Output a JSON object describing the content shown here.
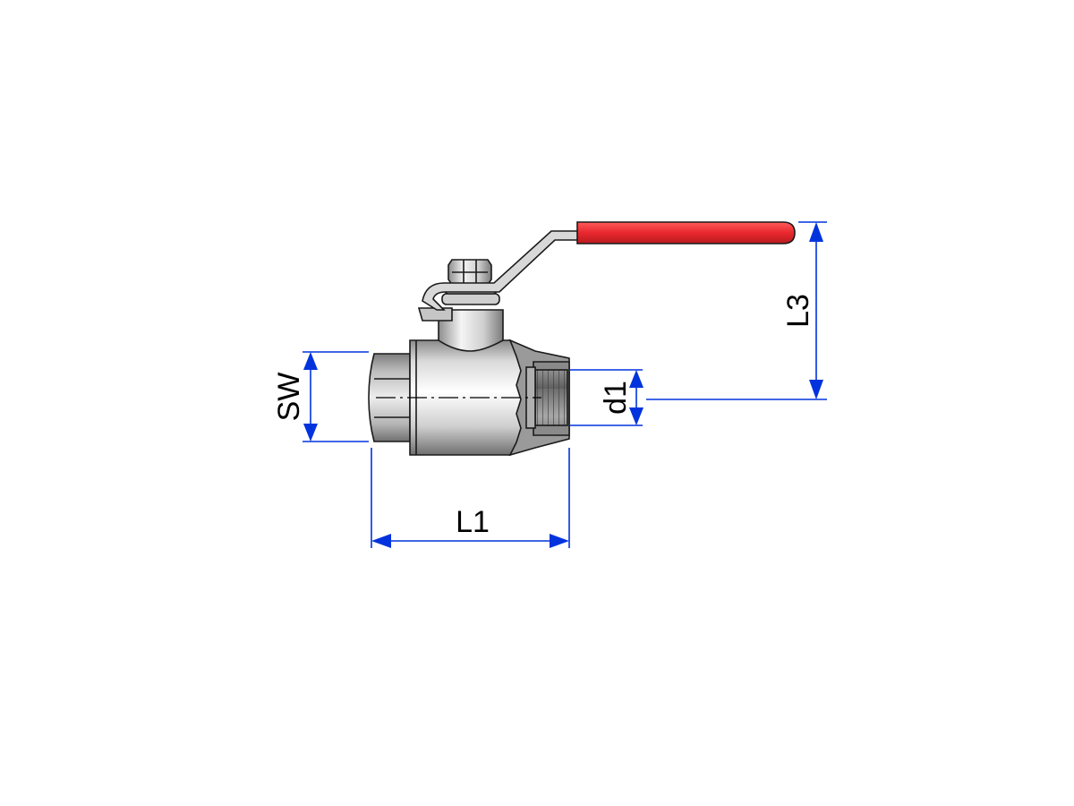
{
  "diagram": {
    "colors": {
      "dimension": "#0033dd",
      "handle": "#e8282e",
      "metal_light": "#f2f2f2",
      "metal_mid": "#c8c8c8",
      "metal_dark": "#7a7a7a",
      "outline": "#1a1a1a"
    },
    "labels": {
      "sw": "SW",
      "l1": "L1",
      "l3": "L3",
      "d1": "d1"
    }
  }
}
